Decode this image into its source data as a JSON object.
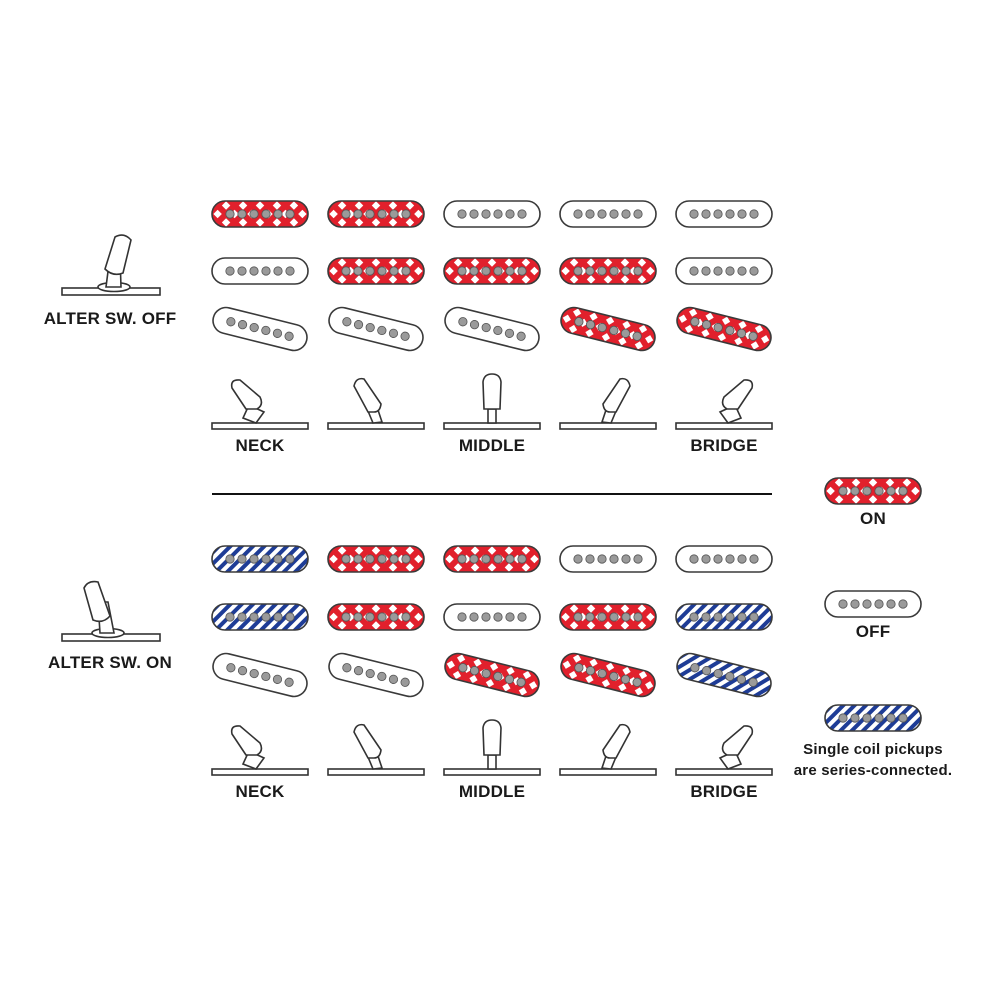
{
  "colors": {
    "on": "#e1202c",
    "series": "#1e3c96",
    "outline": "#3a3a3a",
    "pole": "#9a9a9a"
  },
  "sections": [
    {
      "label": "ALTER SW. OFF",
      "positions": [
        {
          "label": "NECK",
          "pickups": [
            "on",
            "off",
            "off"
          ]
        },
        {
          "label": "",
          "pickups": [
            "on",
            "on",
            "off"
          ]
        },
        {
          "label": "MIDDLE",
          "pickups": [
            "off",
            "on",
            "off"
          ]
        },
        {
          "label": "",
          "pickups": [
            "off",
            "on",
            "on"
          ]
        },
        {
          "label": "BRIDGE",
          "pickups": [
            "off",
            "off",
            "on"
          ]
        }
      ]
    },
    {
      "label": "ALTER SW. ON",
      "positions": [
        {
          "label": "NECK",
          "pickups": [
            "series",
            "series",
            "off"
          ]
        },
        {
          "label": "",
          "pickups": [
            "on",
            "on",
            "off"
          ]
        },
        {
          "label": "MIDDLE",
          "pickups": [
            "on",
            "off",
            "on"
          ]
        },
        {
          "label": "",
          "pickups": [
            "off",
            "on",
            "on"
          ]
        },
        {
          "label": "BRIDGE",
          "pickups": [
            "off",
            "series",
            "series"
          ]
        }
      ]
    }
  ],
  "legend": [
    {
      "state": "on",
      "lines": [
        "ON"
      ]
    },
    {
      "state": "off",
      "lines": [
        "OFF"
      ]
    },
    {
      "state": "series",
      "lines": [
        "Single coil pickups",
        "are series-connected."
      ]
    }
  ]
}
